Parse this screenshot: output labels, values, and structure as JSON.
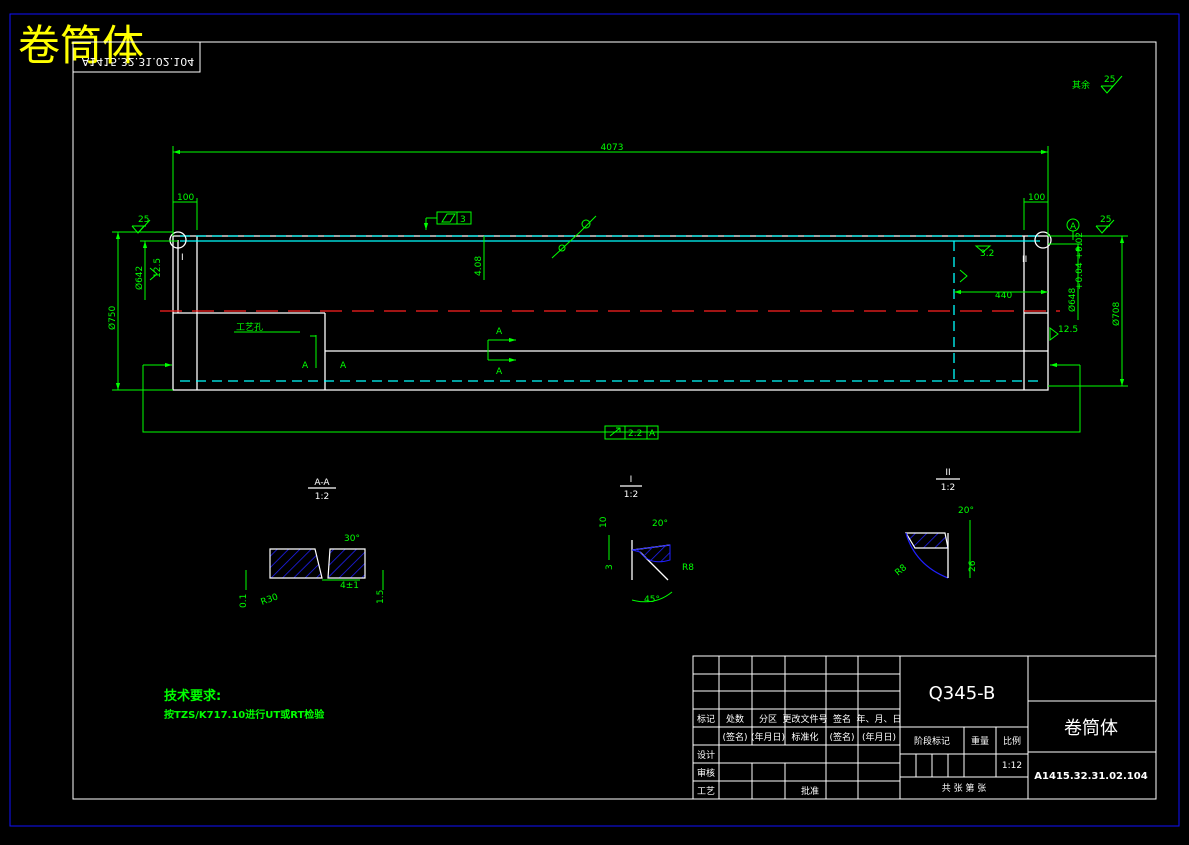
{
  "colors": {
    "background": "#000000",
    "border": "#1010ff",
    "dimension": "#00ff00",
    "outline": "#ffffff",
    "hidden": "#00ffff",
    "centerline": "#ff2020",
    "title_yellow": "#ffff00",
    "hatch": "#2020ff"
  },
  "header": {
    "big_title": "卷筒体",
    "mirrored_code": "A1415.32.31.02.104"
  },
  "roughness_note": {
    "label": "其余",
    "value": "25"
  },
  "main_view": {
    "dim_length": "4073",
    "dim_left_100": "100",
    "dim_right_100": "100",
    "dim_thickness": "4.08",
    "dim_440": "440",
    "dia_750": "Ø750",
    "dia_642": "Ø642",
    "dia_648": "Ø648",
    "dia_648_tol": "+0.04 +0.02",
    "dia_708": "Ø708",
    "callout_I": "I",
    "callout_II": "II",
    "process_hole": "工艺孔",
    "section_A_top": "A",
    "section_A_bottom": "A",
    "section_A_left1": "A",
    "section_A_left2": "A",
    "cylindricity_value": "3",
    "runout_value": "2.2",
    "runout_datum": "A",
    "datum_A": "A",
    "rough_left": "25",
    "rough_right": "25",
    "rough_inner_left": "12.5",
    "rough_inner_right": "3.2",
    "rough_end": "12.5"
  },
  "details": [
    {
      "name": "A-A",
      "scale": "1:2",
      "dims": [
        "30°",
        "R30",
        "4±1",
        "0.1",
        "1.5"
      ]
    },
    {
      "name": "I",
      "scale": "1:2",
      "dims": [
        "20°",
        "10",
        "3",
        "R8",
        "45°"
      ]
    },
    {
      "name": "II",
      "scale": "1:2",
      "dims": [
        "20°",
        "R8",
        "26"
      ]
    }
  ],
  "tech_requirements": {
    "title": "技术要求:",
    "line1": "按TZS/K717.10进行UT或RT检验"
  },
  "title_block": {
    "material": "Q345-B",
    "part_name": "卷筒体",
    "drawing_number": "A1415.32.31.02.104",
    "scale": "1:12",
    "row_labels": [
      "标记",
      "处数",
      "分区",
      "更改文件号",
      "签名",
      "年、月、日"
    ],
    "sign_labels": [
      "(签名)",
      "(年月日)",
      "标准化",
      "(签名)",
      "(年月日)"
    ],
    "left_labels": [
      "设计",
      "审核",
      "工艺"
    ],
    "approve": "批准",
    "stage_mark": "阶段标记",
    "weight": "重量",
    "ratio": "比例",
    "sheets": "共  张  第  张"
  }
}
